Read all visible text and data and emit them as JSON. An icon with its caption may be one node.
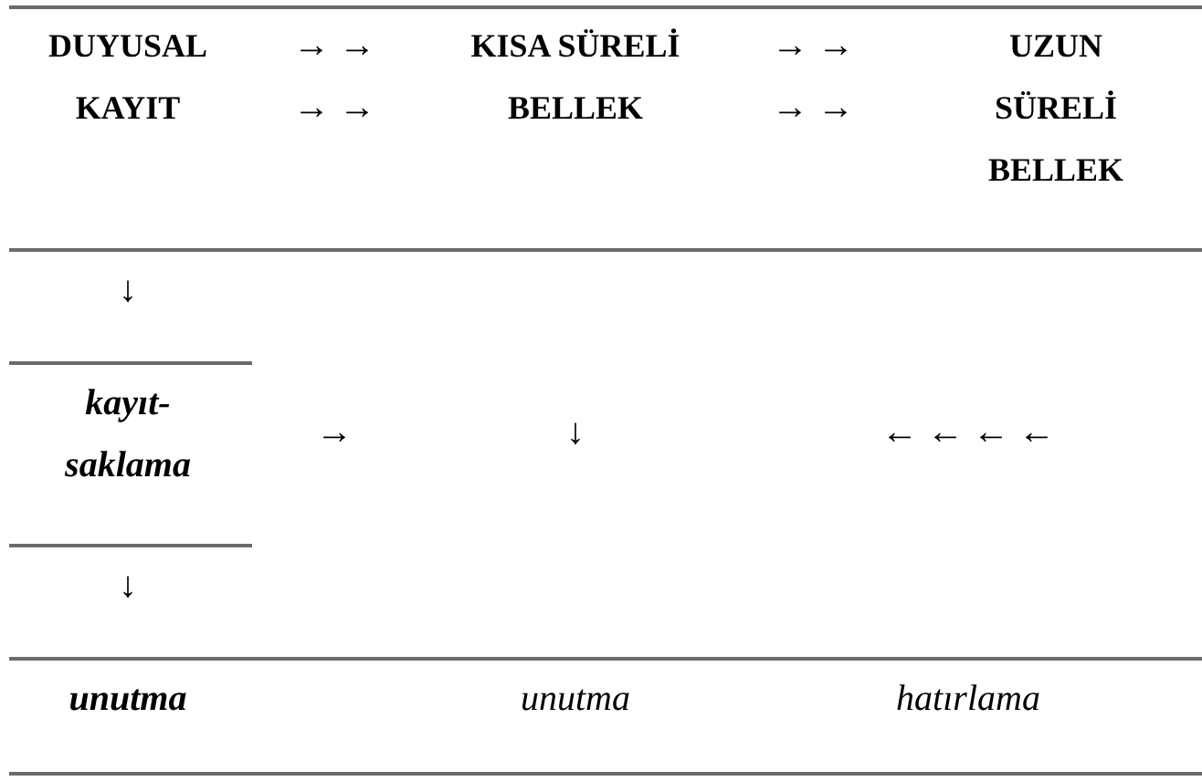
{
  "diagram": {
    "labels": [
      "DUYUSAL KAYIT",
      "→ →",
      "→ →",
      "KISA SÜRELİ BELLEK",
      "→ →",
      "→ →",
      "UZUN SÜRELİ BELLEK",
      "↓",
      "kayıt-saklama",
      "→",
      "↓",
      "← ← ← ←",
      "↓",
      "unutma",
      "unutma",
      "hatırlama"
    ]
  }
}
